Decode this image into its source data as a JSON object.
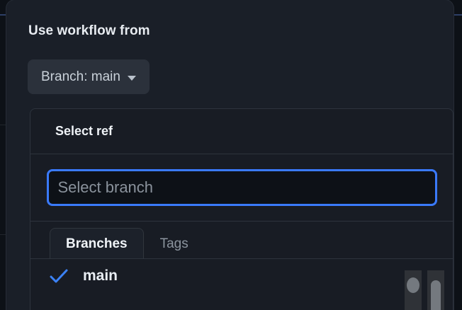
{
  "dialog": {
    "title": "Use workflow from",
    "branch_button": {
      "label": "Branch: main",
      "caret_icon": "chevron-down-icon"
    }
  },
  "ref_panel": {
    "header": "Select ref",
    "search": {
      "value": "",
      "placeholder": "Select branch"
    },
    "tabs": [
      {
        "label": "Branches",
        "active": true
      },
      {
        "label": "Tags",
        "active": false
      }
    ],
    "items": [
      {
        "label": "main",
        "selected": true,
        "check_icon": "check-icon"
      }
    ]
  },
  "colors": {
    "dialog_background": "#1a1f28",
    "panel_background": "#181c24",
    "page_background": "#0d1117",
    "focus_border": "#3a7afe",
    "accent_check": "#3b82f6",
    "border": "#2d333d",
    "button_background": "#2b313b",
    "text_primary": "#e8ecf1",
    "text_muted": "#8b949e",
    "scrollbar_track": "#2f3237",
    "scrollbar_thumb": "#74797f"
  }
}
